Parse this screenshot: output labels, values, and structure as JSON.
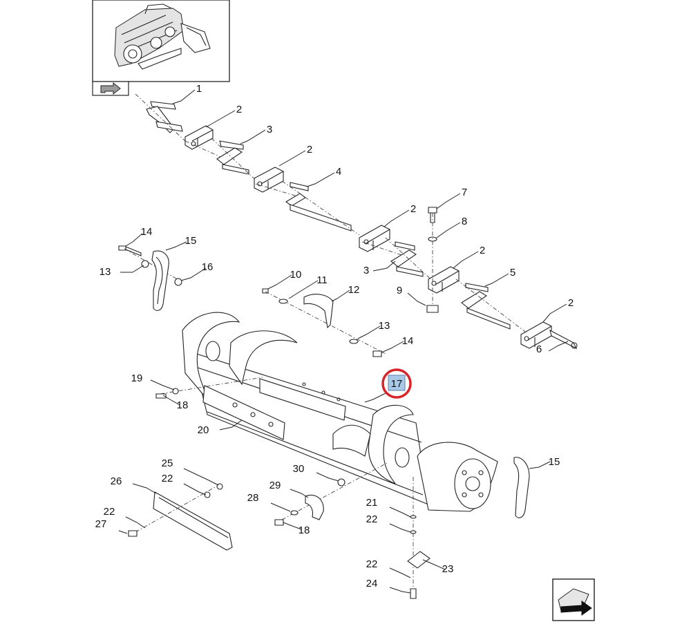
{
  "diagram": {
    "callouts": [
      {
        "id": "c1",
        "label": "1"
      },
      {
        "id": "c2a",
        "label": "2"
      },
      {
        "id": "c3a",
        "label": "3"
      },
      {
        "id": "c2b",
        "label": "2"
      },
      {
        "id": "c4",
        "label": "4"
      },
      {
        "id": "c7",
        "label": "7"
      },
      {
        "id": "c8",
        "label": "8"
      },
      {
        "id": "c2c",
        "label": "2"
      },
      {
        "id": "c2d",
        "label": "2"
      },
      {
        "id": "c3b",
        "label": "3"
      },
      {
        "id": "c5",
        "label": "5"
      },
      {
        "id": "c9",
        "label": "9"
      },
      {
        "id": "c2e",
        "label": "2"
      },
      {
        "id": "c6",
        "label": "6"
      },
      {
        "id": "c14a",
        "label": "14"
      },
      {
        "id": "c15a",
        "label": "15"
      },
      {
        "id": "c13a",
        "label": "13"
      },
      {
        "id": "c16",
        "label": "16"
      },
      {
        "id": "c10",
        "label": "10"
      },
      {
        "id": "c11",
        "label": "11"
      },
      {
        "id": "c12",
        "label": "12"
      },
      {
        "id": "c13b",
        "label": "13"
      },
      {
        "id": "c14b",
        "label": "14"
      },
      {
        "id": "c17",
        "label": "17"
      },
      {
        "id": "c19",
        "label": "19"
      },
      {
        "id": "c18a",
        "label": "18"
      },
      {
        "id": "c20",
        "label": "20"
      },
      {
        "id": "c15b",
        "label": "15"
      },
      {
        "id": "c25",
        "label": "25"
      },
      {
        "id": "c22a",
        "label": "22"
      },
      {
        "id": "c26",
        "label": "26"
      },
      {
        "id": "c30",
        "label": "30"
      },
      {
        "id": "c29",
        "label": "29"
      },
      {
        "id": "c28",
        "label": "28"
      },
      {
        "id": "c18b",
        "label": "18"
      },
      {
        "id": "c22b",
        "label": "22"
      },
      {
        "id": "c27",
        "label": "27"
      },
      {
        "id": "c21",
        "label": "21"
      },
      {
        "id": "c22c",
        "label": "22"
      },
      {
        "id": "c22d",
        "label": "22"
      },
      {
        "id": "c23",
        "label": "23"
      },
      {
        "id": "c24",
        "label": "24"
      }
    ],
    "highlight": {
      "callout_id": "c17",
      "ring_color": "#d8232a",
      "fill_color": "#a8c8e8"
    },
    "icons": {
      "thumbnail": "machine-thumbnail-icon",
      "thumbnail_link": "arrow-link-icon",
      "next_page": "next-page-arrow-icon"
    }
  }
}
